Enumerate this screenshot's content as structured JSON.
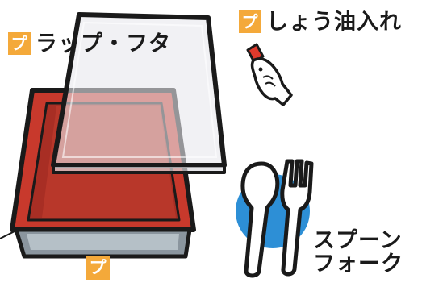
{
  "badge_char": "プ",
  "labels": {
    "wrap_lid": "ラップ・フタ",
    "soy_sauce": "しょう油入れ",
    "spoon": "スプーン",
    "fork": "フォーク"
  },
  "colors": {
    "badge": "#f4a93a",
    "tray_red": "#c8392c",
    "tray_base": "#8a959e",
    "circle_blue": "#2d8fd6",
    "fish_cap": "#e03a2c",
    "cutlery": "#ffffff",
    "outline": "#1a1a1a"
  },
  "icons": [
    "tray-icon",
    "lid-icon",
    "soy-fish-icon",
    "spoon-icon",
    "fork-icon"
  ]
}
